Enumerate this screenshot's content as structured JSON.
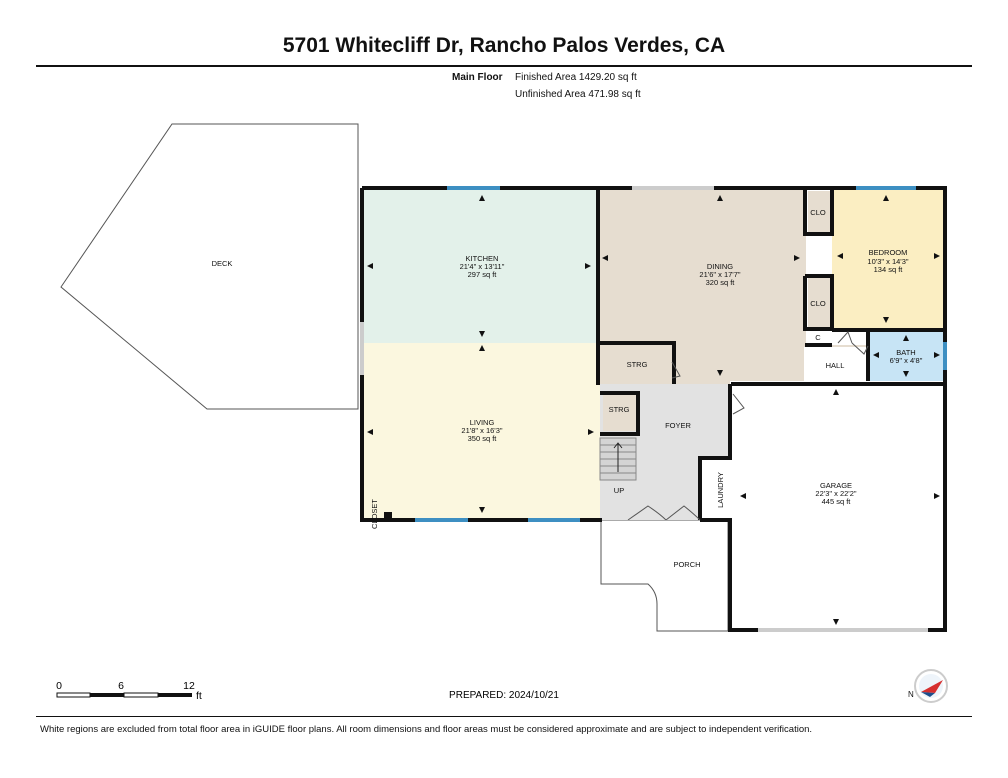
{
  "header": {
    "title": "5701 Whitecliff Dr, Rancho Palos Verdes, CA",
    "floor": "Main Floor",
    "finished_area": "Finished Area 1429.20 sq ft",
    "unfinished_area": "Unfinished Area 471.98 sq ft"
  },
  "rooms": {
    "deck": {
      "name": "DECK"
    },
    "kitchen": {
      "name": "KITCHEN",
      "dims": "21'4\" x 13'11\"",
      "area": "297 sq ft"
    },
    "dining": {
      "name": "DINING",
      "dims": "21'6\" x 17'7\"",
      "area": "320 sq ft"
    },
    "bedroom": {
      "name": "BEDROOM",
      "dims": "10'3\" x 14'3\"",
      "area": "134 sq ft"
    },
    "clo1": {
      "name": "CLO"
    },
    "clo2": {
      "name": "CLO"
    },
    "c": {
      "name": "C"
    },
    "hall": {
      "name": "HALL"
    },
    "bath": {
      "name": "BATH",
      "dims": "6'9\" x 4'8\""
    },
    "strg1": {
      "name": "STRG"
    },
    "strg2": {
      "name": "STRG"
    },
    "foyer": {
      "name": "FOYER"
    },
    "up": {
      "name": "UP"
    },
    "living": {
      "name": "LIVING",
      "dims": "21'8\" x 16'3\"",
      "area": "350 sq ft"
    },
    "closet": {
      "name": "CLOSET"
    },
    "laundry": {
      "name": "LAUNDRY"
    },
    "garage": {
      "name": "GARAGE",
      "dims": "22'3\" x 22'2\"",
      "area": "445 sq ft"
    },
    "porch": {
      "name": "PORCH"
    }
  },
  "colors": {
    "kitchen": "#e3f1ea",
    "dining": "#e6ddd0",
    "bedroom": "#fbeec2",
    "living": "#fbf7df",
    "bath": "#c7e4f5",
    "foyer": "#e2e2e2",
    "storage": "#e6ddd0",
    "window": "#3d8fc2"
  },
  "scale": {
    "t0": "0",
    "t1": "6",
    "t2": "12",
    "unit": "ft"
  },
  "prepared": "PREPARED: 2024/10/21",
  "footer": "White regions are excluded from total floor area in iGUIDE floor plans. All room dimensions and floor areas must be considered approximate and are subject to independent verification.",
  "icons": {
    "compass": "north-arrow-icon"
  }
}
